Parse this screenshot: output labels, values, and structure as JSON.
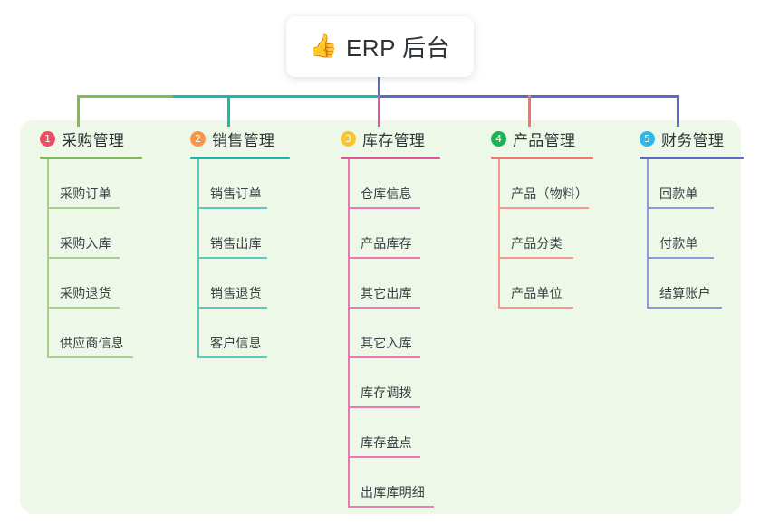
{
  "title": {
    "icon": "thumbs-up-icon",
    "emoji": "👍",
    "text": "ERP 后台"
  },
  "panel": {
    "background_color": "#eef8e8"
  },
  "colors": {
    "col1_line": "#7dbd54",
    "col2_line": "#19b9ab",
    "col3_line": "#e2559d",
    "col4_line": "#f4756c",
    "col5_line": "#5b6bc7",
    "badge1": "#ef4d63",
    "badge2": "#f79646",
    "badge3": "#f6c game",
    "badge3_fix": "#f7c52e",
    "badge4": "#1eb257",
    "badge5": "#2eb7e8",
    "title_text": "#2f3336",
    "item_text": "#3a3f44"
  },
  "columns": [
    {
      "number": "1",
      "title": "采购管理",
      "badge_color": "#ef4d63",
      "line_color": "#7dbd54",
      "item_line_color": "#a8d08d",
      "items": [
        {
          "label": "采购订单"
        },
        {
          "label": "采购入库"
        },
        {
          "label": "采购退货"
        },
        {
          "label": "供应商信息"
        }
      ]
    },
    {
      "number": "2",
      "title": "销售管理",
      "badge_color": "#f79646",
      "line_color": "#19b9ab",
      "item_line_color": "#5ec8c0",
      "items": [
        {
          "label": "销售订单"
        },
        {
          "label": "销售出库"
        },
        {
          "label": "销售退货"
        },
        {
          "label": "客户信息"
        }
      ]
    },
    {
      "number": "3",
      "title": "库存管理",
      "badge_color": "#f7c52e",
      "line_color": "#e2559d",
      "item_line_color": "#e87ab0",
      "items": [
        {
          "label": "仓库信息"
        },
        {
          "label": "产品库存"
        },
        {
          "label": "其它出库"
        },
        {
          "label": "其它入库"
        },
        {
          "label": "库存调拨"
        },
        {
          "label": "库存盘点"
        },
        {
          "label": "出库库明细"
        }
      ]
    },
    {
      "number": "4",
      "title": "产品管理",
      "badge_color": "#1eb257",
      "line_color": "#f4756c",
      "item_line_color": "#f6968f",
      "items": [
        {
          "label": "产品（物料）"
        },
        {
          "label": "产品分类"
        },
        {
          "label": "产品单位"
        }
      ]
    },
    {
      "number": "5",
      "title": "财务管理",
      "badge_color": "#2eb7e8",
      "line_color": "#5b6bc7",
      "item_line_color": "#8e9ad8",
      "items": [
        {
          "label": "回款单"
        },
        {
          "label": "付款单"
        },
        {
          "label": "结算账户"
        }
      ]
    }
  ]
}
